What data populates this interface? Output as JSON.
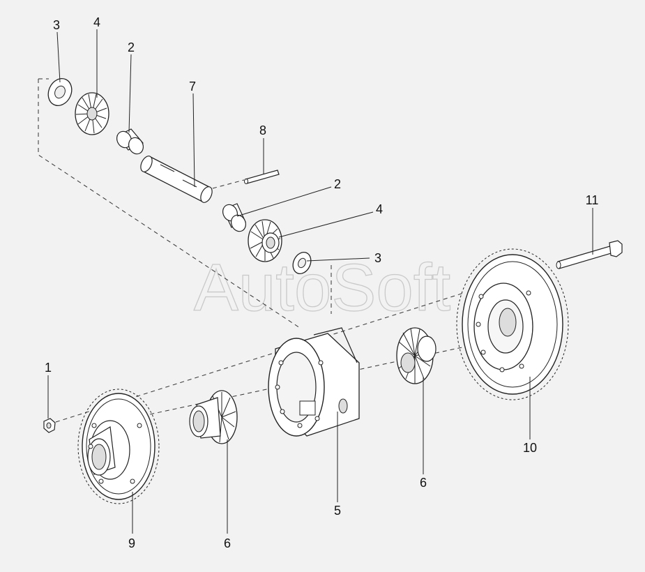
{
  "diagram": {
    "watermark": "AutoSoft",
    "callouts": [
      {
        "id": "c1",
        "label": "1"
      },
      {
        "id": "c2a",
        "label": "2"
      },
      {
        "id": "c2b",
        "label": "2"
      },
      {
        "id": "c3a",
        "label": "3"
      },
      {
        "id": "c3b",
        "label": "3"
      },
      {
        "id": "c4a",
        "label": "4"
      },
      {
        "id": "c4b",
        "label": "4"
      },
      {
        "id": "c5",
        "label": "5"
      },
      {
        "id": "c6a",
        "label": "6"
      },
      {
        "id": "c6b",
        "label": "6"
      },
      {
        "id": "c7",
        "label": "7"
      },
      {
        "id": "c8",
        "label": "8"
      },
      {
        "id": "c9",
        "label": "9"
      },
      {
        "id": "c10",
        "label": "10"
      },
      {
        "id": "c11",
        "label": "11"
      }
    ]
  }
}
